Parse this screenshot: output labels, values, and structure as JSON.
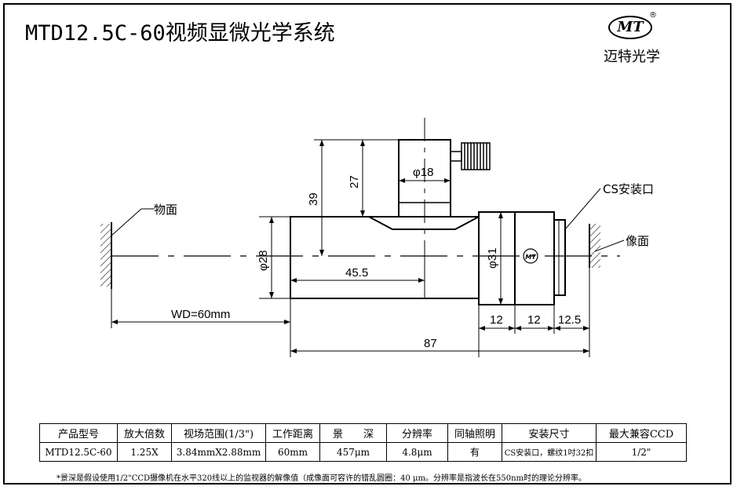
{
  "title": "MTD12.5C-60视频显微光学系统",
  "logo": {
    "mark": "MT",
    "registered": "®",
    "brand_name": "迈特光学"
  },
  "labels": {
    "object_plane": "物面",
    "image_plane": "像面",
    "cs_mount": "CS安装口",
    "lens_mark": "MT"
  },
  "dimensions": {
    "wd": "WD=60mm",
    "d28": "φ28",
    "len_45_5": "45.5",
    "h39": "39",
    "h27": "27",
    "d18": "φ18",
    "d31": "φ31",
    "w12a": "12",
    "w12b": "12",
    "w12_5": "12.5",
    "total_87": "87"
  },
  "table": {
    "headers": [
      "产品型号",
      "放大倍数",
      "视场范围(1/3\")",
      "工作距离",
      "景　　深",
      "分辨率",
      "同轴照明",
      "安装尺寸",
      "最大兼容CCD"
    ],
    "values": [
      "MTD12.5C-60",
      "1.25X",
      "3.84mmX2.88mm",
      "60mm",
      "457μm",
      "4.8μm",
      "有",
      "CS安装口，螺纹1吋32扣",
      "1/2\""
    ]
  },
  "footnote": "*景深是假设使用1/2\"CCD摄像机在水平320线以上的监视器的解像值（成像面可容许的错乱圆圈：40 μm。分辨率是指波长在550nm时的理论分辨率。"
}
